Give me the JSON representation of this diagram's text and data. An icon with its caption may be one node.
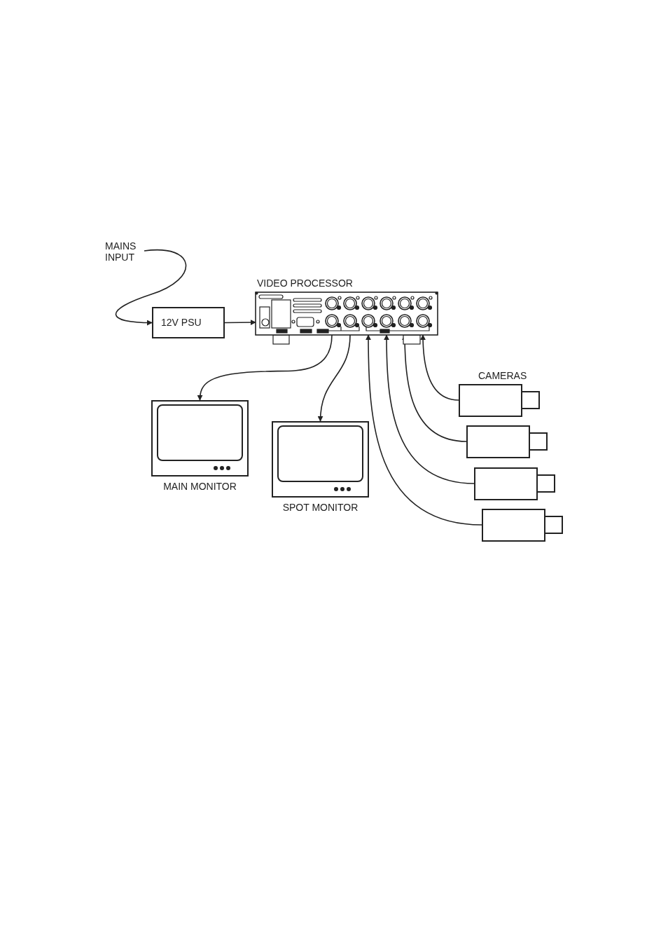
{
  "diagram": {
    "nodes": [
      {
        "text": [
          "MAINS INPUT"
        ]
      },
      {
        "text": [
          "12V PSU"
        ]
      },
      {
        "text": [
          "VIDEO PROCESSOR"
        ]
      },
      {
        "text": [
          "MAIN MONITOR"
        ]
      },
      {
        "text": [
          "SPOT MONITOR"
        ]
      },
      {
        "text": [],
        "shape": "camera"
      },
      {
        "text": [],
        "shape": "camera"
      },
      {
        "text": [],
        "shape": "camera"
      },
      {
        "text": [],
        "shape": "camera"
      }
    ],
    "edges": [
      {
        "from": 0,
        "to": 1,
        "arrow": "to"
      },
      {
        "from": 1,
        "to": 2,
        "arrow": "to"
      },
      {
        "from": 2,
        "to": 3,
        "arrow": "to"
      },
      {
        "from": 2,
        "to": 4,
        "arrow": "to"
      },
      {
        "from": 5,
        "to": 2,
        "arrow": "to"
      },
      {
        "from": 6,
        "to": 2,
        "arrow": "to"
      },
      {
        "from": 7,
        "to": 2,
        "arrow": "to"
      },
      {
        "from": 8,
        "to": 2,
        "arrow": "to"
      }
    ],
    "labels": [
      "CAMERAS"
    ]
  }
}
